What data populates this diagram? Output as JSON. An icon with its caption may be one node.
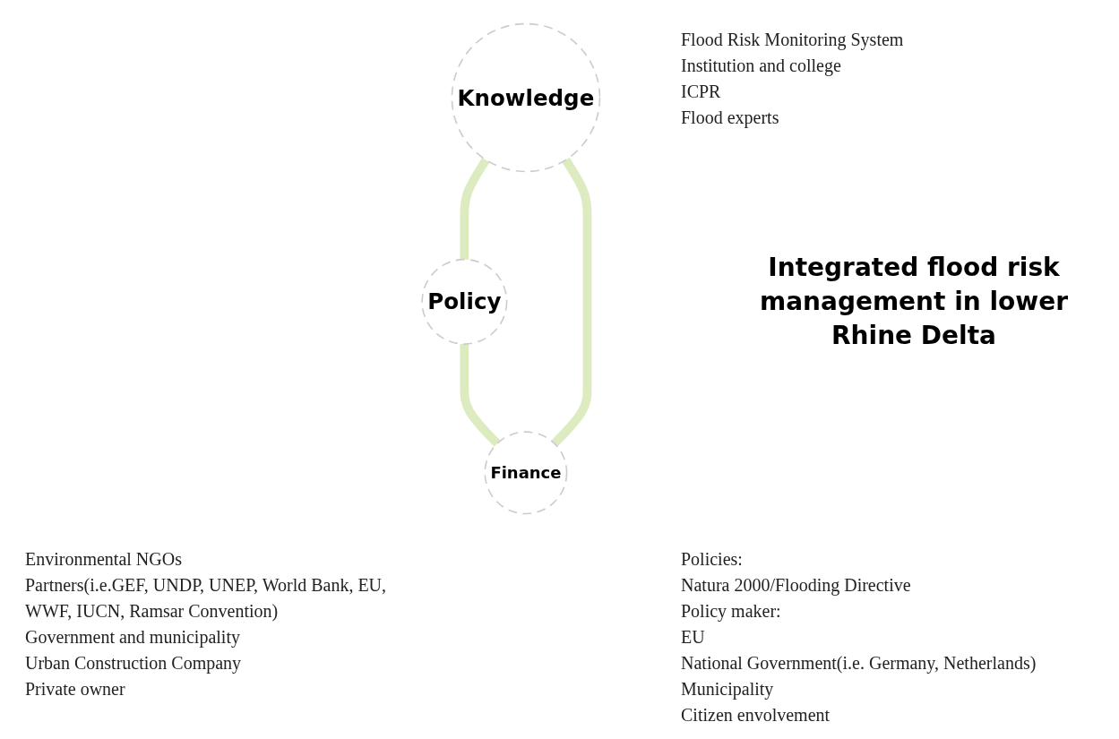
{
  "diagram": {
    "nodes": [
      {
        "text": [
          "Knowledge"
        ],
        "beside": [
          "Flood Risk Monitoring System",
          "Institution and college",
          "ICPR",
          "Flood experts"
        ]
      },
      {
        "text": [
          "Finance"
        ],
        "beside": [
          "Environmental NGOs",
          "Partners(i.e.GEF, UNDP, UNEP, World Bank, EU, WWF, IUCN, Ramsar Convention)",
          "Government and municipality",
          "Urban Construction Company",
          "Private owner"
        ]
      },
      {
        "text": [
          "Policy"
        ],
        "beside": [
          "Policies:",
          "Natura 2000/Flooding Directive",
          "Policy maker:",
          "EU",
          "National Government(i.e. Germany, Netherlands)",
          "Municipality",
          "Citizen envolvement"
        ]
      }
    ],
    "edges": [
      {
        "from": 0,
        "to": 2,
        "arrow": "none",
        "color": "#dcebc0"
      },
      {
        "from": 2,
        "to": 1,
        "arrow": "none",
        "color": "#dcebc0"
      },
      {
        "from": 1,
        "to": 0,
        "arrow": "none",
        "color": "#dcebc0"
      }
    ],
    "labels": [
      "Integrated flood risk management in lower Rhine Delta"
    ]
  }
}
